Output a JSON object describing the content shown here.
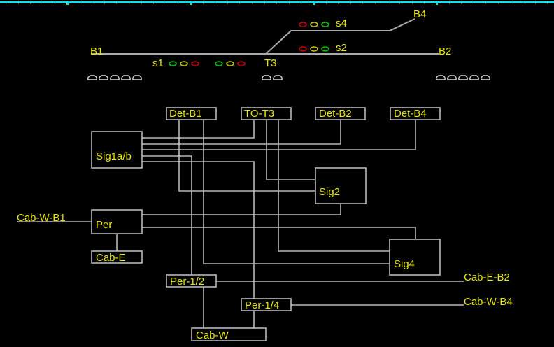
{
  "ruler": {
    "color": "#00e5ee",
    "tick_color": "#0a6a6a"
  },
  "colors": {
    "label": "#e6e600",
    "wire": "#b8b8b8",
    "track": "#aaaaaa",
    "signal_green": "#00c800",
    "signal_yellow": "#c8c800",
    "signal_red": "#d00000",
    "car": "#dcdcdc"
  },
  "track": {
    "blocks": [
      {
        "id": "B1",
        "label": "B1"
      },
      {
        "id": "B2",
        "label": "B2"
      },
      {
        "id": "B4",
        "label": "B4"
      }
    ],
    "turnout": {
      "id": "T3",
      "label": "T3"
    },
    "signals": [
      {
        "id": "s1",
        "label": "s1",
        "heads": [
          [
            "green",
            "yellow",
            "red"
          ],
          [
            "green",
            "yellow",
            "red"
          ]
        ]
      },
      {
        "id": "s2",
        "label": "s2",
        "heads": [
          [
            "red",
            "yellow",
            "green"
          ]
        ]
      },
      {
        "id": "s4",
        "label": "s4",
        "heads": [
          [
            "red",
            "yellow",
            "green"
          ]
        ]
      }
    ],
    "trains": [
      {
        "location": "B1",
        "cars": 5
      },
      {
        "location": "T3",
        "cars": 2
      },
      {
        "location": "B2",
        "cars": 5
      }
    ]
  },
  "modules": {
    "det_b1": "Det-B1",
    "to_t3": "TO-T3",
    "det_b2": "Det-B2",
    "det_b4": "Det-B4",
    "sig1ab": "Sig1a/b",
    "sig2": "Sig2",
    "sig4": "Sig4",
    "per": "Per",
    "cab_e": "Cab-E",
    "per_12": "Per-1/2",
    "per_14": "Per-1/4",
    "cab_w": "Cab-W"
  },
  "external": {
    "cab_w_b1": "Cab-W-B1",
    "cab_e_b2": "Cab-E-B2",
    "cab_w_b4": "Cab-W-B4"
  }
}
